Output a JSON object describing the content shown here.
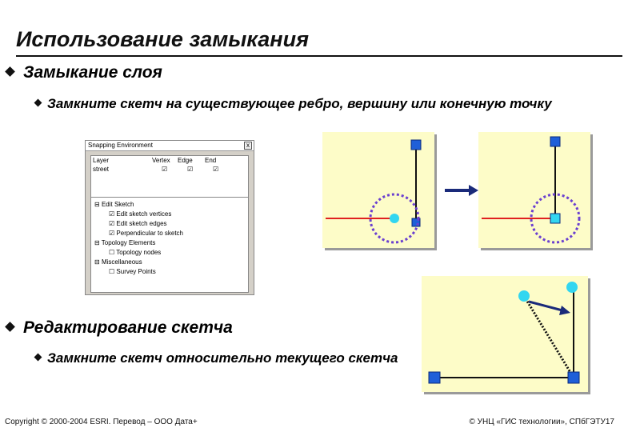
{
  "slide": {
    "title": "Использование замыкания",
    "bullet1": "Замыкание слоя",
    "sub1": "Замкните скетч на существующее ребро, вершину или конечную точку",
    "bullet2": "Редактирование скетча",
    "sub2": "Замкните скетч относительно текущего скетча"
  },
  "dialog": {
    "title": "Snapping Environment",
    "close": "x",
    "headers": [
      "Layer",
      "Vertex",
      "Edge",
      "End"
    ],
    "row": [
      "street",
      "☑",
      "☑",
      "☑"
    ],
    "tree": [
      {
        "label": "Edit Sketch",
        "mark": "⊟"
      },
      {
        "label": "Edit sketch vertices",
        "mark": "☑"
      },
      {
        "label": "Edit sketch edges",
        "mark": "☑"
      },
      {
        "label": "Perpendicular to sketch",
        "mark": "☑"
      },
      {
        "label": "Topology Elements",
        "mark": "⊟"
      },
      {
        "label": "Topology nodes",
        "mark": "☐"
      },
      {
        "label": "Miscellaneous",
        "mark": "⊟"
      },
      {
        "label": "Survey Points",
        "mark": "☐"
      }
    ]
  },
  "footer": {
    "left": "Copyright © 2000-2004 ESRI. Перевод – ООО Дата+",
    "right": "© УНЦ «ГИС технологии», СПбГЭТУ17"
  },
  "colors": {
    "panel_bg": "#fdfcc8",
    "vertex_blue": "#1f5fd8",
    "snap_cyan": "#33d6f0",
    "snap_circle": "#6a3fd0",
    "edge_red": "#e02020",
    "arrow_navy": "#1a2a7a"
  }
}
